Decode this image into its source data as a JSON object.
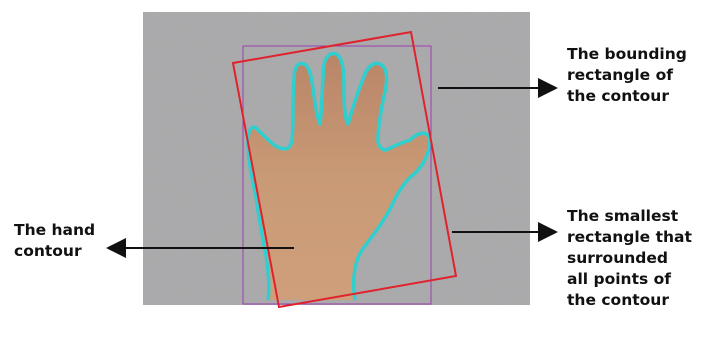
{
  "annotations": {
    "bounding_rectangle": "The bounding\nrectangle of\nthe contour",
    "smallest_rectangle": "The smallest\nrectangle that\nsurrounded\nall points of\nthe contour",
    "hand_contour": "The hand\ncontour"
  },
  "colors": {
    "photo_background": "#a8a7a9",
    "skin": "#c4916c",
    "contour": "#2fcfd0",
    "min_area_rectangle": "#e0222c",
    "bounding_rectangle": "#9b3fb1",
    "arrow": "#111111"
  }
}
